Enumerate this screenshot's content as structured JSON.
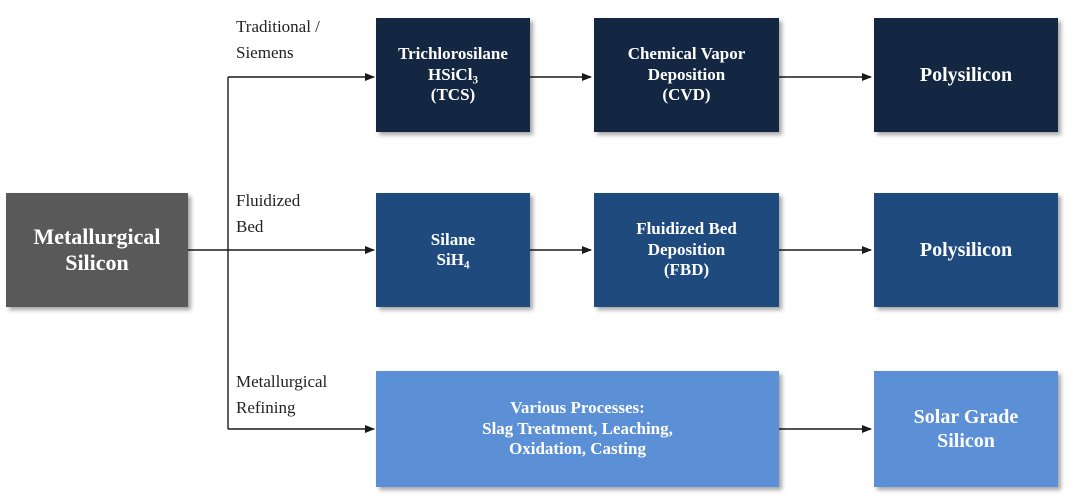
{
  "source": {
    "line1": "Metallurgical",
    "line2": "Silicon"
  },
  "routes": [
    {
      "label": {
        "line1": "Traditional /",
        "line2": "Siemens"
      },
      "precursor": {
        "line1": "Trichlorosilane",
        "formula_base": "HSiCl",
        "formula_sub": "3",
        "line3": "(TCS)"
      },
      "process": {
        "line1": "Chemical Vapor",
        "line2": "Deposition",
        "line3": "(CVD)"
      },
      "product": {
        "line1": "Polysilicon"
      }
    },
    {
      "label": {
        "line1": "Fluidized",
        "line2": "Bed"
      },
      "precursor": {
        "line1": "Silane",
        "formula_base": "SiH",
        "formula_sub": "4"
      },
      "process": {
        "line1": "Fluidized Bed",
        "line2": "Deposition",
        "line3": "(FBD)"
      },
      "product": {
        "line1": "Polysilicon"
      }
    },
    {
      "label": {
        "line1": "Metallurgical",
        "line2": "Refining"
      },
      "process": {
        "line1": "Various Processes:",
        "line2": "Slag Treatment, Leaching,",
        "line3": "Oxidation, Casting"
      },
      "product": {
        "line1": "Solar Grade",
        "line2": "Silicon"
      }
    }
  ],
  "colors": {
    "dark": "#132742",
    "mid": "#1f4a7d",
    "light": "#5b8fd6",
    "gray": "#595959",
    "connector": "#1a1a1a"
  }
}
